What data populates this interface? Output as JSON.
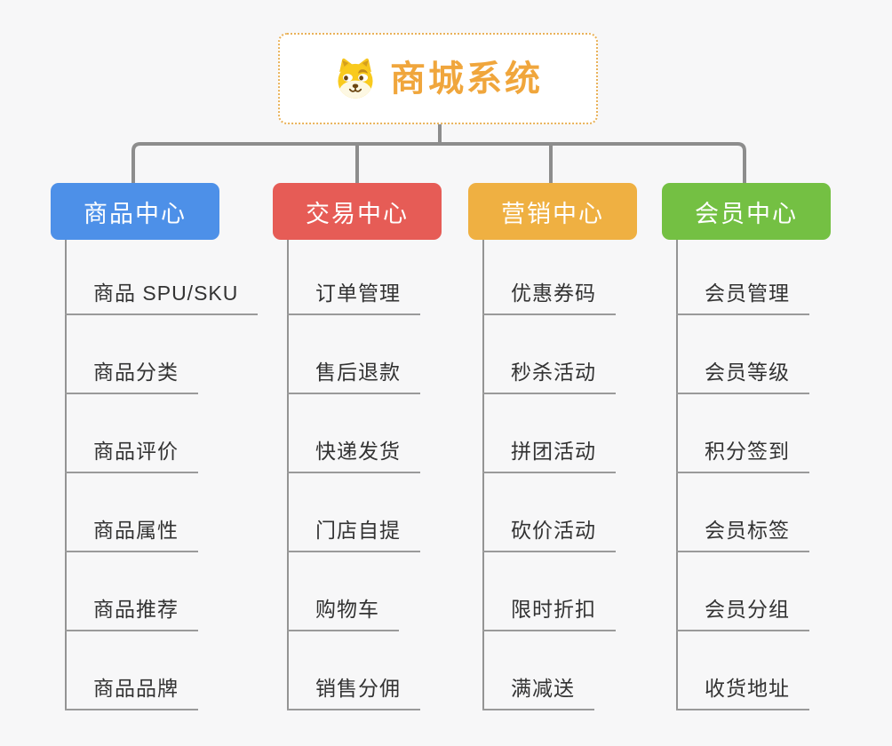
{
  "canvas": {
    "background": "#f7f7f8"
  },
  "root": {
    "title": "商城系统",
    "icon": "shiba-dog-icon",
    "text_color": "#f0a63c",
    "border_color": "#e9b25a"
  },
  "connectors": {
    "color": "#8d8d8d"
  },
  "branches": [
    {
      "label": "商品中心",
      "color": "#4d90e8",
      "items": [
        "商品 SPU/SKU",
        "商品分类",
        "商品评价",
        "商品属性",
        "商品推荐",
        "商品品牌"
      ]
    },
    {
      "label": "交易中心",
      "color": "#e65c56",
      "items": [
        "订单管理",
        "售后退款",
        "快递发货",
        "门店自提",
        "购物车",
        "销售分佣"
      ]
    },
    {
      "label": "营销中心",
      "color": "#efb042",
      "items": [
        "优惠券码",
        "秒杀活动",
        "拼团活动",
        "砍价活动",
        "限时折扣",
        "满减送"
      ]
    },
    {
      "label": "会员中心",
      "color": "#74c043",
      "items": [
        "会员管理",
        "会员等级",
        "积分签到",
        "会员标签",
        "会员分组",
        "收货地址"
      ]
    }
  ]
}
